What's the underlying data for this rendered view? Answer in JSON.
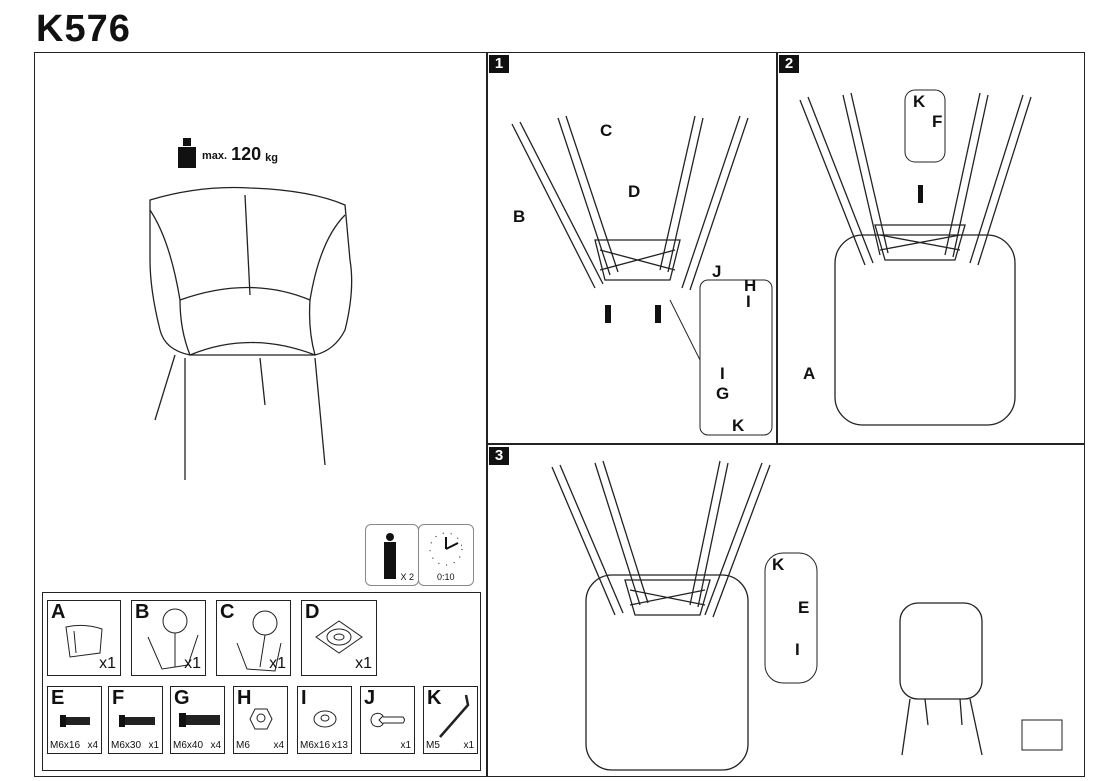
{
  "title": "K576",
  "weight": {
    "prefix": "max.",
    "value": "120",
    "unit": "kg"
  },
  "people": {
    "count": "X 2"
  },
  "time": {
    "value": "0:10"
  },
  "steps": [
    {
      "number": "1",
      "labels": [
        "B",
        "C",
        "D",
        "J",
        "H",
        "I",
        "I",
        "G",
        "K"
      ]
    },
    {
      "number": "2",
      "labels": [
        "A",
        "K",
        "F"
      ]
    },
    {
      "number": "3",
      "labels": [
        "K",
        "E",
        "I"
      ]
    }
  ],
  "parts_main": [
    {
      "letter": "A",
      "qty": "x1"
    },
    {
      "letter": "B",
      "qty": "x1"
    },
    {
      "letter": "C",
      "qty": "x1"
    },
    {
      "letter": "D",
      "qty": "x1"
    }
  ],
  "parts_hardware": [
    {
      "letter": "E",
      "spec": "M6x16",
      "qty": "x4"
    },
    {
      "letter": "F",
      "spec": "M6x30",
      "qty": "x1"
    },
    {
      "letter": "G",
      "spec": "M6x40",
      "qty": "x4"
    },
    {
      "letter": "H",
      "spec": "M6",
      "qty": "x4"
    },
    {
      "letter": "I",
      "spec": "M6x16",
      "qty": "x13"
    },
    {
      "letter": "J",
      "spec": "",
      "qty": "x1"
    },
    {
      "letter": "K",
      "spec": "M5",
      "qty": "x1"
    }
  ]
}
